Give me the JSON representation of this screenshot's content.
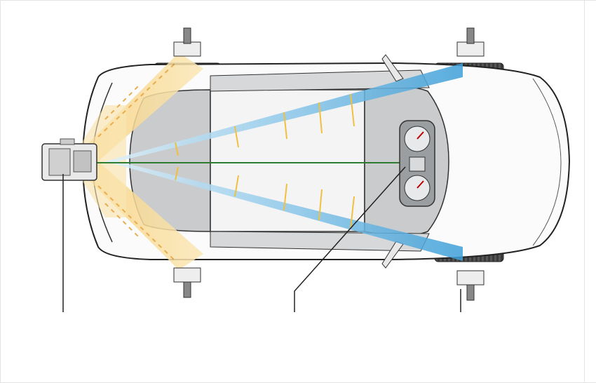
{
  "diagram": {
    "subject": "top-view-vehicle-sensor-calibration",
    "colors": {
      "background": "#ffffff",
      "body_outline": "#222222",
      "glass": "#c9cbcc",
      "beam_blue": "#4aa6dc",
      "beam_yellow": "#f4c46a",
      "center_line": "#2e7d32",
      "tire": "#4a4a4a"
    },
    "components": [
      {
        "id": "camera-unit",
        "icon": "camera-icon"
      },
      {
        "id": "wheel-sensor-front-left",
        "icon": "sensor-icon"
      },
      {
        "id": "wheel-sensor-front-right",
        "icon": "sensor-icon"
      },
      {
        "id": "wheel-sensor-rear-left",
        "icon": "sensor-icon"
      },
      {
        "id": "wheel-sensor-rear-right",
        "icon": "sensor-icon"
      },
      {
        "id": "instrument-cluster",
        "icon": "gauge-icon"
      }
    ],
    "callouts": [
      "camera-unit",
      "instrument-cluster",
      "wheel-sensor-rear-right"
    ]
  }
}
